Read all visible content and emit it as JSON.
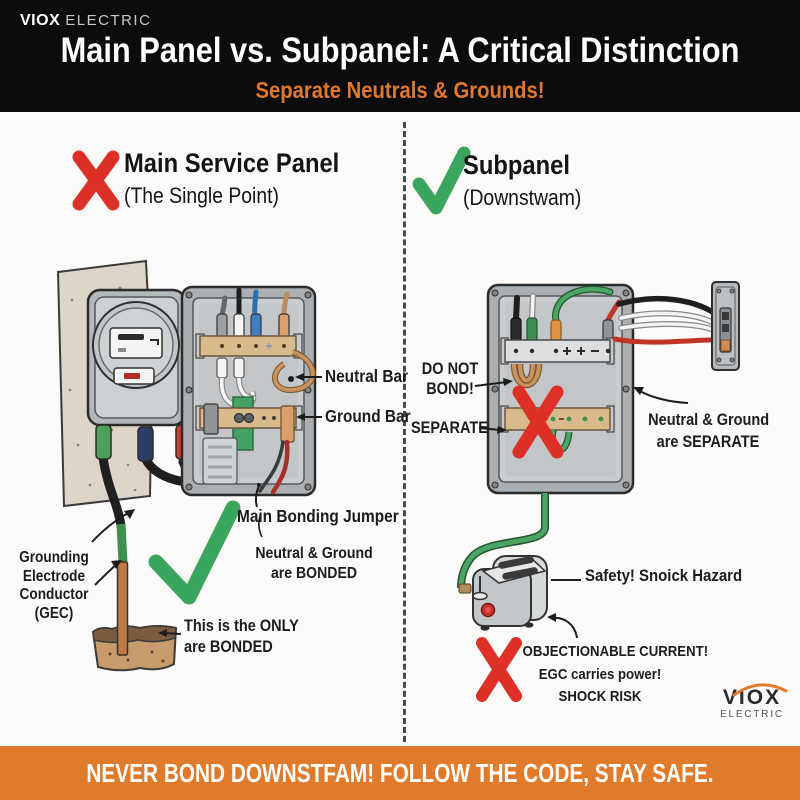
{
  "colors": {
    "header_bg": "#0c0c0c",
    "accent_orange": "#e0792e",
    "banner_bg": "#e07b2c",
    "error_red": "#de3026",
    "ok_green": "#3aa55c",
    "bus_bar_tan": "#d9ba8c",
    "panel_gray": "#a9afb3"
  },
  "header": {
    "brand": "VIOX",
    "brand_suffix": "ELECTRIC",
    "title": "Main Panel vs. Subpanel: A Critical Distinction",
    "subtitle": "Separate Neutrals & Grounds!"
  },
  "left": {
    "heading": "Main Service Panel",
    "subheading": "(The Single Point)",
    "labels": {
      "neutral_bar": "Neutral Bar",
      "ground_bar": "Ground Bar",
      "main_bonding_jumper": "Main Bonding Jumper",
      "bonded": [
        "Neutral & Ground",
        "are BONDED"
      ],
      "gec": [
        "Grounding",
        "Electrode",
        "Conductor",
        "(GEC)"
      ],
      "only": [
        "This is the ONLY",
        "are BONDED"
      ]
    }
  },
  "right": {
    "heading": "Subpanel",
    "subheading": "(Downstwam)",
    "labels": {
      "do_not_bond": [
        "DO NOT",
        "BOND!"
      ],
      "separate": "SEPARATE",
      "ng_separate": [
        "Neutral & Ground",
        "are SEPARATE"
      ],
      "safety": "Safety! Snoick Hazard",
      "objectionable": [
        "OBJECTIONABLE CURRENT!",
        "EGC carries power!",
        "SHOCK RISK"
      ]
    }
  },
  "footer_logo": {
    "brand": "VIOX",
    "suffix": "ELECTRIC"
  },
  "banner": {
    "text": "NEVER BOND DOWNSTFAM! FOLLOW THE CODE, STAY SAFE."
  }
}
